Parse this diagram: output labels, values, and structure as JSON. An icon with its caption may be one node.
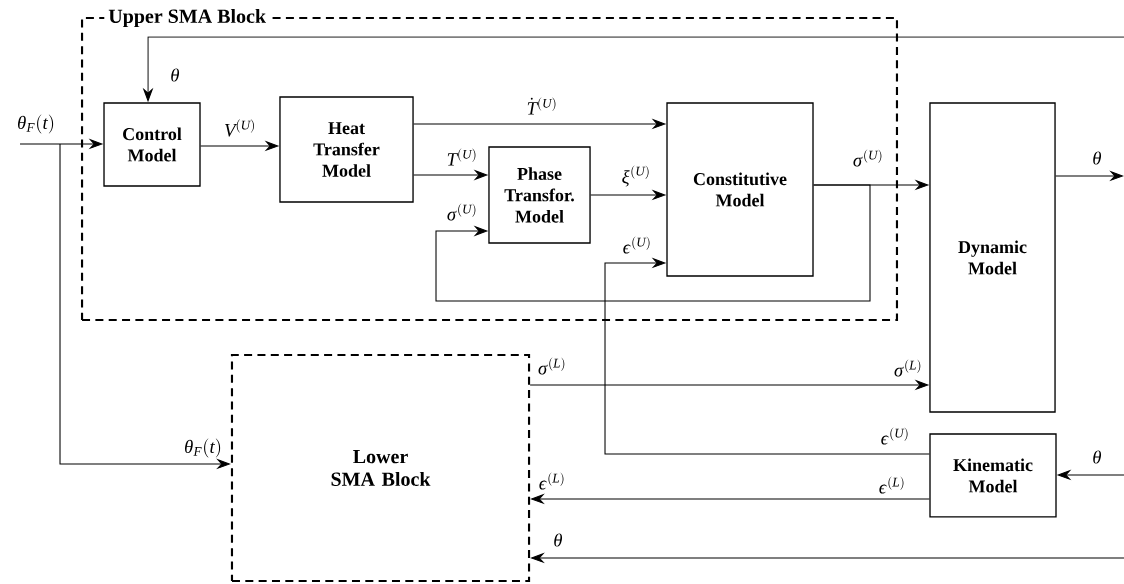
{
  "diagram": {
    "nodes": [
      {
        "text": [
          "Upper SMA Block"
        ]
      },
      {
        "text": [
          "Control Model"
        ],
        "in": 0
      },
      {
        "text": [
          "Heat Transfer Model"
        ],
        "in": 0
      },
      {
        "text": [
          "Phase Transfor. Model"
        ],
        "in": 0
      },
      {
        "text": [
          "Constitutive Model"
        ],
        "in": 0
      },
      {
        "text": [
          "Dynamic Model"
        ]
      },
      {
        "text": [
          "Lower SMA Block"
        ]
      },
      {
        "text": [
          "Kinematic Model"
        ]
      }
    ],
    "edges": [
      {
        "from": null,
        "to": 1,
        "arrow": "to",
        "label": "\\theta_F(t)"
      },
      {
        "from": null,
        "to": 6,
        "arrow": "to",
        "label": "\\theta_F(t)"
      },
      {
        "from": 1,
        "to": 2,
        "arrow": "to",
        "label": "V^{(U)}"
      },
      {
        "from": 2,
        "to": 4,
        "arrow": "to",
        "label": "\\dot{T}^{(U)}"
      },
      {
        "from": 2,
        "to": 3,
        "arrow": "to",
        "label": "T^{(U)}"
      },
      {
        "from": 3,
        "to": 4,
        "arrow": "to",
        "label": "\\xi^{(U)}"
      },
      {
        "from": 4,
        "to": 5,
        "arrow": "to",
        "label": "\\sigma^{(U)}"
      },
      {
        "from": 4,
        "to": 3,
        "arrow": "to",
        "label": "\\sigma^{(U)}"
      },
      {
        "from": 7,
        "to": 4,
        "arrow": "to",
        "label": "\\varepsilon^{(U)}"
      },
      {
        "from": 6,
        "to": 5,
        "arrow": "to",
        "label": "\\sigma^{(L)}"
      },
      {
        "from": 7,
        "to": 6,
        "arrow": "to",
        "label": "\\varepsilon^{(L)}"
      },
      {
        "from": null,
        "to": 1,
        "arrow": "to",
        "label": "\\theta"
      },
      {
        "from": 5,
        "to": null,
        "arrow": "to",
        "label": "\\theta"
      },
      {
        "from": null,
        "to": 7,
        "arrow": "to",
        "label": "\\theta"
      },
      {
        "from": null,
        "to": 6,
        "arrow": "to",
        "label": "\\theta"
      }
    ],
    "labels": [
      "\\sigma^{(L)}",
      "\\varepsilon^{(U)}",
      "\\varepsilon^{(L)}"
    ]
  }
}
